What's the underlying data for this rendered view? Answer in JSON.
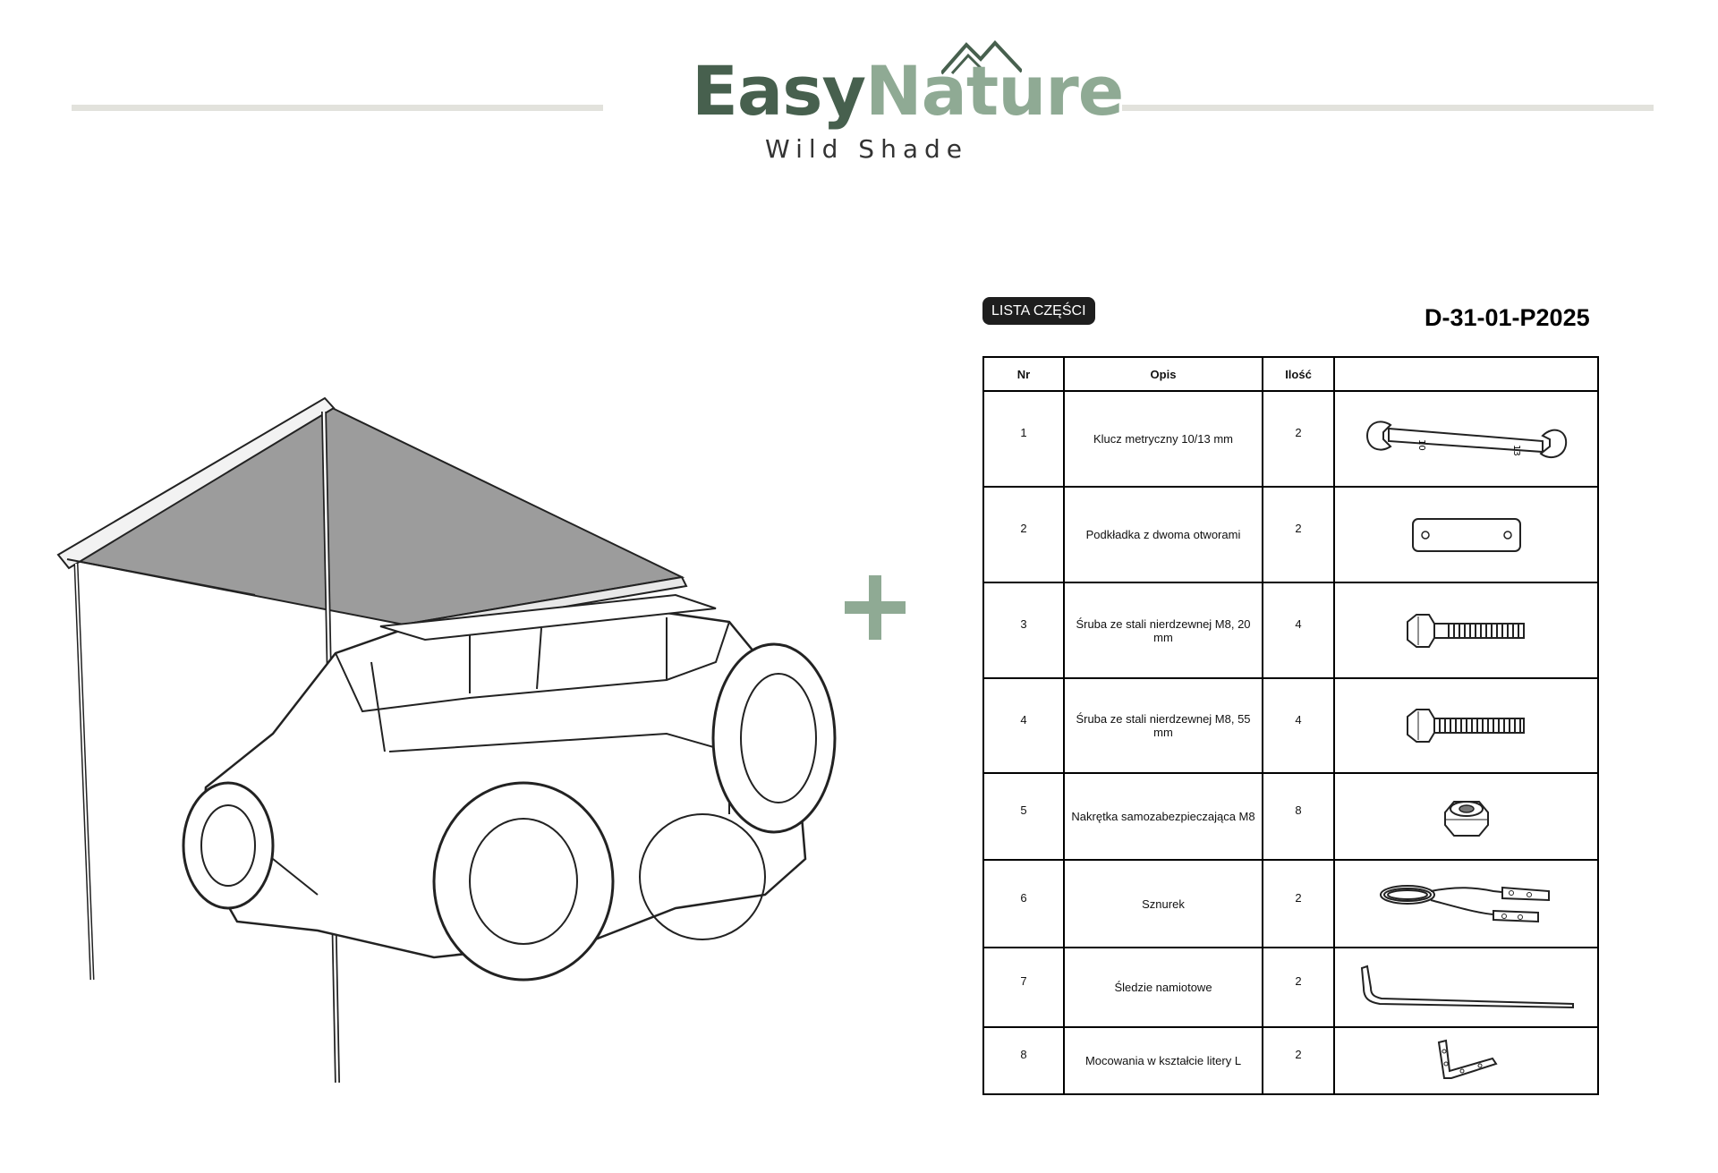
{
  "brand": {
    "name_part1": "Easy",
    "name_part2": "Nature",
    "tagline": "Wild Shade",
    "primary_color": "#47604e",
    "secondary_color": "#8faa94"
  },
  "badge_label": "LISTA CZĘŚCI",
  "product_code": "D-31-01-P2025",
  "table": {
    "headers": [
      "Nr",
      "Opis",
      "Ilość",
      ""
    ],
    "rows": [
      {
        "nr": "1",
        "opis": "Klucz metryczny 10/13 mm",
        "ilosc": "2",
        "icon": "wrench-icon"
      },
      {
        "nr": "2",
        "opis": "Podkładka z dwoma otworami",
        "ilosc": "2",
        "icon": "washer-plate-icon"
      },
      {
        "nr": "3",
        "opis": "Śruba ze stali nierdzewnej M8, 20 mm",
        "ilosc": "4",
        "icon": "short-bolt-icon"
      },
      {
        "nr": "4",
        "opis": "Śruba ze stali nierdzewnej M8, 55 mm",
        "ilosc": "4",
        "icon": "long-bolt-icon"
      },
      {
        "nr": "5",
        "opis": "Nakrętka samozabezpieczająca M8",
        "ilosc": "8",
        "icon": "lock-nut-icon"
      },
      {
        "nr": "6",
        "opis": "Sznurek",
        "ilosc": "2",
        "icon": "rope-icon"
      },
      {
        "nr": "7",
        "opis": "Śledzie namiotowe",
        "ilosc": "2",
        "icon": "tent-peg-icon"
      },
      {
        "nr": "8",
        "opis": "Mocowania w kształcie litery L",
        "ilosc": "2",
        "icon": "l-bracket-icon"
      }
    ]
  },
  "wrench_labels": {
    "left": "10",
    "right": "13"
  }
}
